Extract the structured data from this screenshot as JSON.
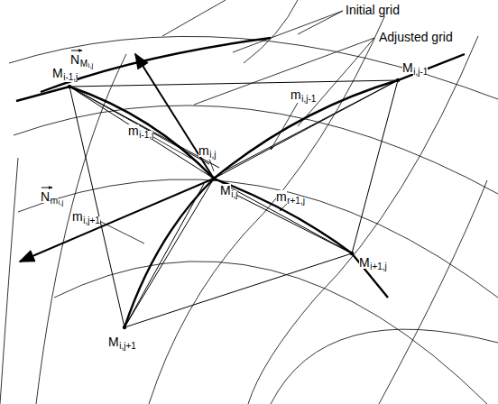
{
  "diagram": {
    "labels": [
      "Initial grid",
      "Adjusted grid",
      "N",
      "M",
      "i,j",
      "M",
      "i-1,j",
      "M",
      "i,j-1",
      "m",
      "i,j-1",
      "m",
      "i,j",
      "m",
      "i-1,j",
      "N",
      "m",
      "i,j",
      "M",
      "i,j",
      "m",
      "r+1,j",
      "m",
      "i,j+1",
      "M",
      "i+1,j",
      "M",
      "i,j+1"
    ]
  }
}
